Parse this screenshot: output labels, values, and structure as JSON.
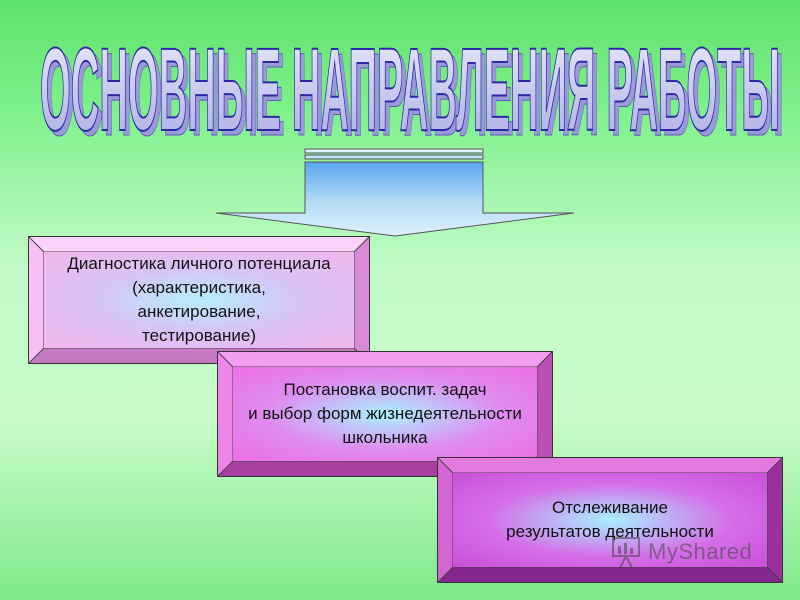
{
  "title": "ОСНОВНЫЕ  НАПРАВЛЕНИЯ  РАБОТЫ",
  "boxes": [
    {
      "lines": [
        "Диагностика личного потенциала",
        "(характеристика,",
        "анкетирование,",
        "тестирование)"
      ]
    },
    {
      "lines": [
        "Постановка воспит. задач",
        "и выбор форм жизнедеятельности",
        "школьника"
      ]
    },
    {
      "lines": [
        "Отслеживание",
        "результатов деятельности"
      ]
    }
  ],
  "watermark": "MyShared",
  "colors": {
    "title_fill": "#c9c9ee",
    "title_stroke": "#2a2aa8",
    "box1_frame": "#f3a6ee",
    "box2_frame": "#e86ae0",
    "box3_frame": "#c040cf"
  }
}
